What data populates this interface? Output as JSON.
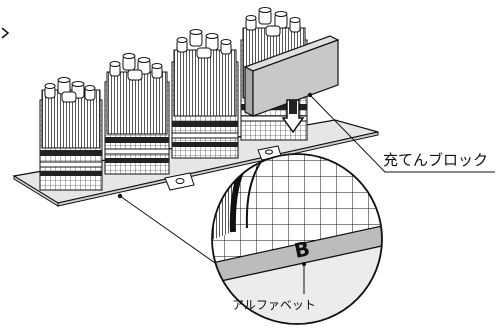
{
  "labels": {
    "filling_block": "充てんブロック",
    "alphabet": "アルファベット",
    "zoom_letter": "B"
  },
  "colors": {
    "line": "#111111",
    "block_fill": "#c8c8c8",
    "band_fill": "#b8b8b8",
    "base_fill": "#e6e6e6",
    "background": "#ffffff"
  }
}
